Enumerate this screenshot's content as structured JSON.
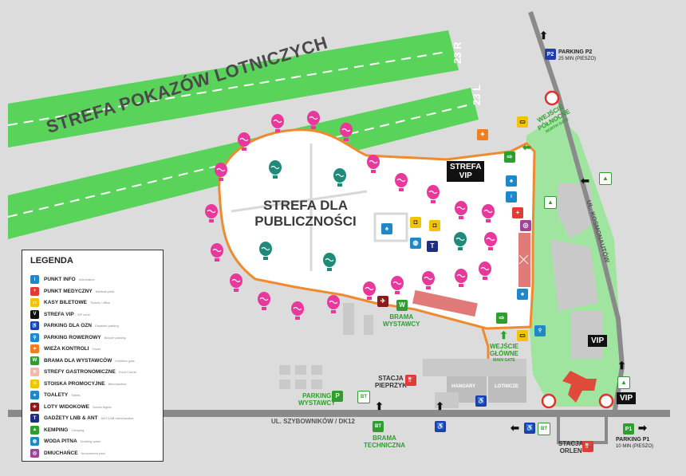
{
  "zones": {
    "air_show": "STREFA POKAZÓW LOTNICZYCH",
    "public_line1": "STREFA DLA",
    "public_line2": "PUBLICZNOŚCI",
    "vip_line1": "STREFA",
    "vip_line2": "VIP"
  },
  "runways": {
    "r23r": "23 R",
    "r23l": "23 L"
  },
  "entrances": {
    "north_line1": "WEJŚCIE",
    "north_line2": "PÓŁNOCNE",
    "north_sub": "NORTH GATE",
    "main_line1": "WEJŚCIE",
    "main_line2": "GŁÓWNE",
    "main_sub": "MAIN GATE",
    "exhibitor_line1": "BRAMA",
    "exhibitor_line2": "WYSTAWCY",
    "technical_line1": "BRAMA",
    "technical_line2": "TECHNICZNA"
  },
  "parking": {
    "p2_line1": "PARKING P2",
    "p2_line2": "25 MIN (PIESZO)",
    "p1_line1": "PARKING P1",
    "p1_line2": "10 MIN (PIESZO)",
    "exhibitor_line1": "PARKING",
    "exhibitor_line2": "WYSTAWCY",
    "p2_icon": "P2",
    "p1_icon": "P1",
    "vip": "VIP",
    "p_letter": "P",
    "bt": "BT"
  },
  "roads": {
    "street": "UL. SZYBOWNIKÓW / DK12",
    "kosmonautow": "UL. KOSMONAUTÓW"
  },
  "stations": {
    "pieprzyk_line1": "STACJA",
    "pieprzyk_line2": "PIEPRZYK",
    "orlen_line1": "STACJA",
    "orlen_line2": "ORLEN"
  },
  "buildings": {
    "hangary": "HANGARY",
    "lotnicze": "LOTNICZE"
  },
  "legend": {
    "title": "LEGENDA",
    "items": [
      {
        "label": "PUNKT INFO",
        "sub": "Information",
        "icon": "info-icon",
        "color": "#1e88c8",
        "glyph": "i"
      },
      {
        "label": "PUNKT MEDYCZNY",
        "sub": "Medical point",
        "icon": "medical-cross-icon",
        "color": "#e53935",
        "glyph": "+"
      },
      {
        "label": "KASY BILETOWE",
        "sub": "Tickets / office",
        "icon": "ticket-icon",
        "color": "#f2c400",
        "glyph": "▭"
      },
      {
        "label": "STREFA VIP",
        "sub": "VIP zone",
        "icon": "vip-icon",
        "color": "#111111",
        "glyph": "V"
      },
      {
        "label": "PARKING DLA OZN",
        "sub": "Disabled parking",
        "icon": "disabled-parking-icon",
        "color": "#1f3fa8",
        "glyph": "♿"
      },
      {
        "label": "PARKING ROWEROWY",
        "sub": "Bicycle parking",
        "icon": "bicycle-icon",
        "color": "#1e88c8",
        "glyph": "⚲"
      },
      {
        "label": "WIEŻA KONTROLI",
        "sub": "Tower",
        "icon": "tower-icon",
        "color": "#f07e1e",
        "glyph": "✦"
      },
      {
        "label": "BRAMA DLA WYSTAWCÓW",
        "sub": "Exhibitor gate",
        "icon": "exhibitor-gate-icon",
        "color": "#2e9e2e",
        "glyph": "W"
      },
      {
        "label": "STREFY GASTRONOMICZNE",
        "sub": "Food Courts",
        "icon": "food-court-icon",
        "color": "#f4b8a8",
        "glyph": "✕"
      },
      {
        "label": "STOISKA PROMOCYJNE",
        "sub": "Merchandise",
        "icon": "shop-icon",
        "color": "#f2c400",
        "glyph": "◘"
      },
      {
        "label": "TOALETY",
        "sub": "Toilets",
        "icon": "toilet-icon",
        "color": "#1e88c8",
        "glyph": "♠"
      },
      {
        "label": "LOTY WIDOKOWE",
        "sub": "Scenic flights",
        "icon": "scenic-flight-icon",
        "color": "#8b1a1a",
        "glyph": "✈"
      },
      {
        "label": "GADŻETY LNB & ANT",
        "sub": "ANT/LNB merchandise",
        "icon": "gadget-icon",
        "color": "#1f2f80",
        "glyph": "T"
      },
      {
        "label": "KEMPING",
        "sub": "Camping",
        "icon": "camping-icon",
        "color": "#2e9e2e",
        "glyph": "▲"
      },
      {
        "label": "WODA PITNA",
        "sub": "Drinking water",
        "icon": "water-icon",
        "color": "#1e88c8",
        "glyph": "◍"
      },
      {
        "label": "DMUCHAŃCE",
        "sub": "Amusement park",
        "icon": "bouncy-castle-icon",
        "color": "#a0449a",
        "glyph": "◎"
      }
    ]
  },
  "colors": {
    "grass": "#59d35a",
    "grass_light": "#9fe59f",
    "background": "#dcdcdc",
    "road": "#8a8a8a",
    "fence": "#f08a2e",
    "balloon_pink": "#e8389c",
    "balloon_teal": "#1e8a7a",
    "food_court": "#e07a78"
  }
}
